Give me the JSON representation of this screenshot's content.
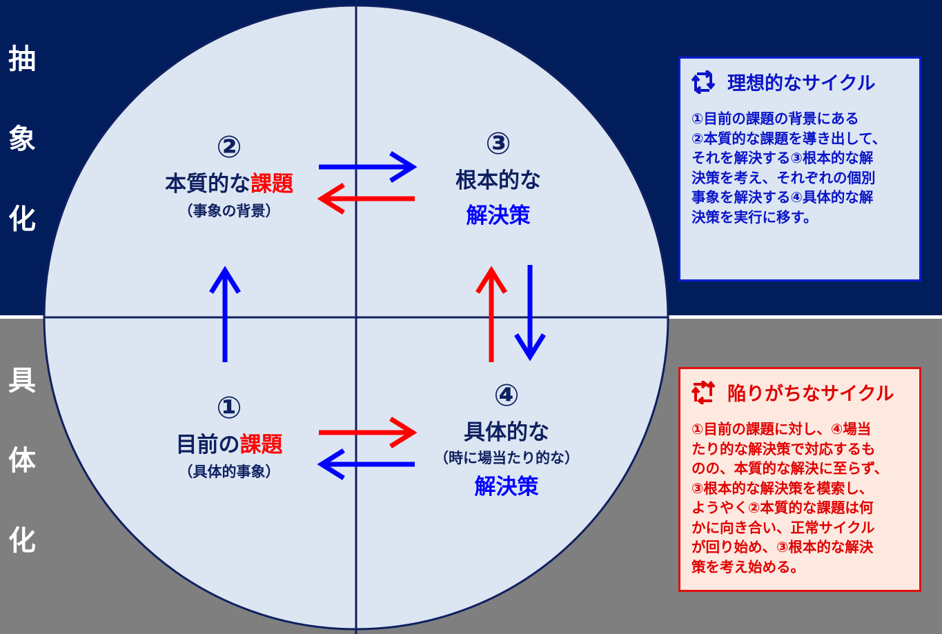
{
  "side_labels": {
    "abstract": [
      "抽",
      "象",
      "化"
    ],
    "concrete": [
      "具",
      "体",
      "化"
    ]
  },
  "quadrants": {
    "q2": {
      "num": "②",
      "line1_a": "本質的な",
      "line1_b": "課題",
      "sub": "（事象の背景）"
    },
    "q3": {
      "num": "③",
      "line1": "根本的な",
      "line2": "解決策"
    },
    "q1": {
      "num": "①",
      "line1_a": "目前の",
      "line1_b": "課題",
      "sub": "（具体的事象）"
    },
    "q4": {
      "num": "④",
      "line1": "具体的な",
      "sub": "（時に場当たり的な）",
      "line2": "解決策"
    }
  },
  "ideal_box": {
    "title": "理想的なサイクル",
    "lines": [
      "①目前の課題の背景にある",
      "②本質的な課題を導き出して、",
      "それを解決する③根本的な解",
      "決策を考え、それぞれの個別",
      "事象を解決する④具体的な解",
      "決策を実行に移す。"
    ]
  },
  "trap_box": {
    "title": "陥りがちなサイクル",
    "lines": [
      "①目前の課題に対し、④場当",
      "たり的な解決策で対応するも",
      "のの、本質的な解決に至らず、",
      "③根本的な解決策を模索し、",
      "ようやく②本質的な課題は何",
      "かに向き合い、正常サイクル",
      "が回り始め、③根本的な解決",
      "策を考え始める。"
    ]
  },
  "colors": {
    "navy": "#021d5c",
    "gray": "#7f7f7f",
    "circle": "#dce6f2",
    "blue_arrow": "#0000ff",
    "red_arrow": "#ff0000"
  }
}
